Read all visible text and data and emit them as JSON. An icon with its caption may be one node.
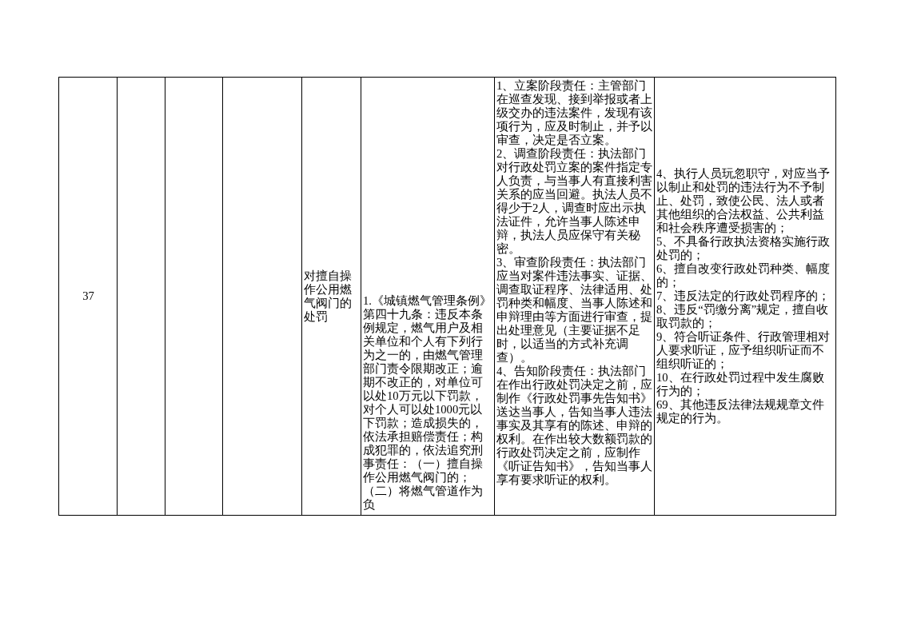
{
  "diagram": {
    "labels": [
      "37",
      "对擅自操作公用燃气阀门的处罚",
      "1.《城镇燃气管理条例》第四十九条：违反本条例规定，燃气用户及相关单位和个人有下列行为之一的，由燃气管理部门责令限期改正；逾期不改正的，对单位可以处10万元以下罚款，对个人可以处1000元以下罚款；造成损失的，依法承担赔偿责任；构成犯罪的，依法追究刑事责任：（一）擅自操作公用燃气阀门的；（二）将燃气管道作为负",
      "1、立案阶段责任：主管部门在巡查发现、接到举报或者上级交办的违法案件，发现有该项行为，应及时制止，并予以审查，决定是否立案。",
      "2、调查阶段责任：执法部门对行政处罚立案的案件指定专人负责，与当事人有直接利害关系的应当回避。执法人员不得少于2人，调查时应出示执法证件，允许当事人陈述申辩，执法人员应保守有关秘密。",
      "3、审查阶段责任：执法部门应当对案件违法事实、证据、调查取证程序、法律适用、处罚种类和幅度、当事人陈述和申辩理由等方面进行审查，提出处理意见（主要证据不足时，以适当的方式补充调查）。",
      "4、告知阶段责任：执法部门在作出行政处罚决定之前，应制作《行政处罚事先告知书》送达当事人，告知当事人违法事实及其享有的陈述、申辩的权利。在作出较大数额罚款的行政处罚决定之前，应制作《听证告知书》，告知当事人享有要求听证的权利。",
      "4、执行人员玩忽职守，对应当予以制止和处罚的违法行为不予制止、处罚，致使公民、法人或者其他组织的合法权益、公共利益和社会秩序遭受损害的；",
      "5、不具备行政执法资格实施行政处罚的；",
      "6、擅自改变行政处罚种类、幅度的；",
      "7、违反法定的行政处罚程序的；",
      "8、违反“罚缴分离”规定，擅自收取罚款的；",
      "9、符合听证条件、行政管理相对人要求听证，应予组织听证而不组织听证的；",
      "10、在行政处罚过程中发生腐败行为的；",
      "69、其他违反法律法规规章文件规定的行为。"
    ]
  }
}
